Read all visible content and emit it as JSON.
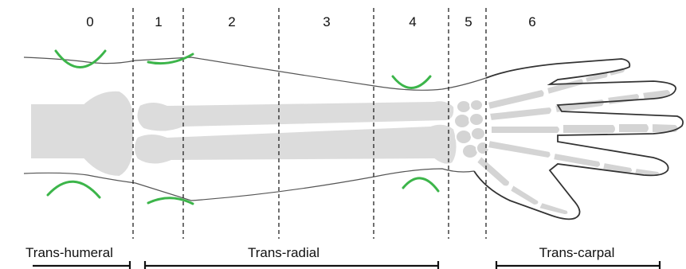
{
  "zones": [
    "0",
    "1",
    "2",
    "3",
    "4",
    "5",
    "6"
  ],
  "levels": {
    "trans_humeral": "Trans-humeral",
    "trans_radial": "Trans-radial",
    "trans_carpal": "Trans-carpal"
  },
  "colors": {
    "socket_arc": "#3cb54a",
    "bone": "#dcdcdc",
    "outline": "#555555"
  }
}
